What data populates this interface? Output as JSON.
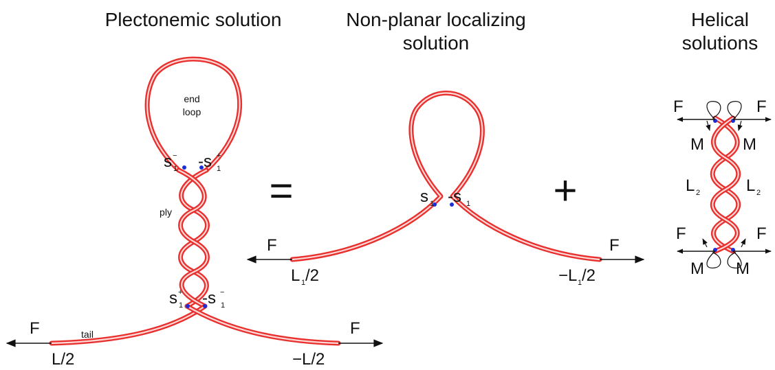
{
  "titles": {
    "plectonemic": "Plectonemic solution",
    "nonplanar_1": "Non-planar localizing",
    "nonplanar_2": "solution",
    "helical_1": "Helical",
    "helical_2": "solutions"
  },
  "operators": {
    "equals": "=",
    "plus": "+"
  },
  "labels": {
    "force": "F",
    "moment": "M",
    "end_loop_1": "end",
    "end_loop_2": "loop",
    "ply": "ply",
    "tail": "tail",
    "s": "s",
    "minus_s": "-s",
    "sub_1": "1",
    "sup_minus": "−",
    "sup_plus": "+",
    "half_L": "L/2",
    "neg_half_L": "−L/2",
    "L1": "L",
    "L1_half_suffix": "/2",
    "neg_L1": "−L",
    "L2": "L",
    "sub_2": "2"
  },
  "colors": {
    "rope": "#e8302f",
    "rope_highlight": "#ffd9d6",
    "contact_dot": "#1a2fd6",
    "arrow": "#111111"
  }
}
